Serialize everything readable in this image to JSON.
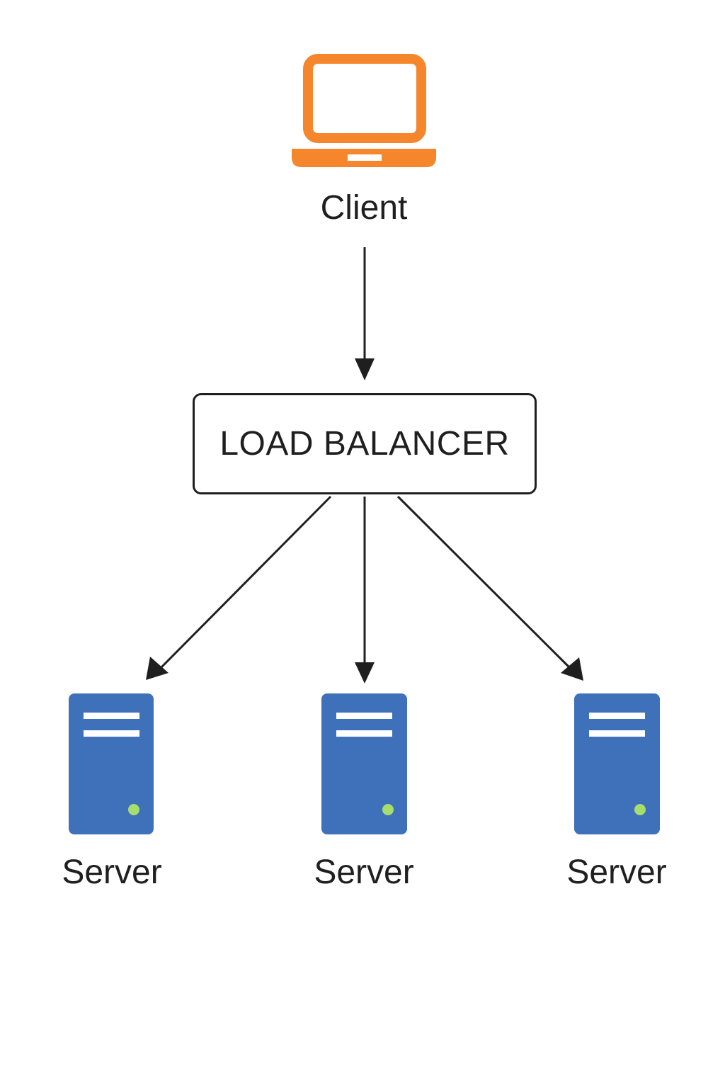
{
  "client": {
    "label": "Client",
    "icon": "laptop-icon",
    "color": "#f5862b"
  },
  "load_balancer": {
    "label": "LOAD BALANCER"
  },
  "servers": [
    {
      "label": "Server",
      "icon": "server-icon"
    },
    {
      "label": "Server",
      "icon": "server-icon"
    },
    {
      "label": "Server",
      "icon": "server-icon"
    }
  ],
  "colors": {
    "client_orange": "#f5862b",
    "server_blue": "#3f71bb",
    "server_led_green": "#a6dd6b",
    "stroke": "#1f1f1f"
  }
}
